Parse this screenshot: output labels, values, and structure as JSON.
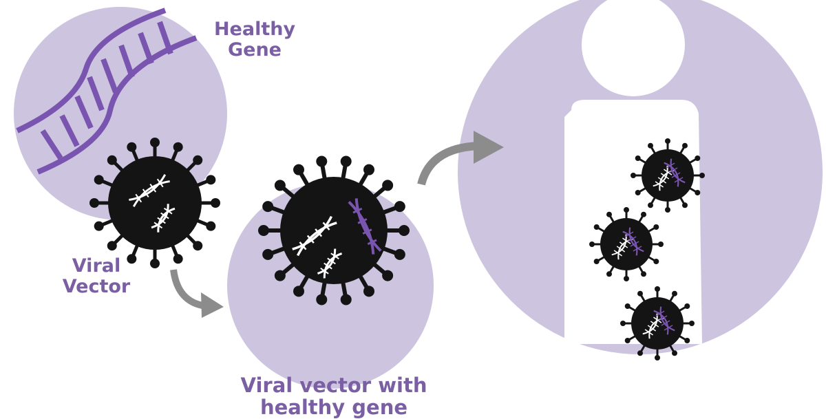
{
  "labels": {
    "healthy_gene": [
      "Healthy",
      "Gene"
    ],
    "viral_vector": [
      "Viral",
      "Vector"
    ],
    "viral_vector_with_gene": [
      "Viral vector with",
      "healthy gene"
    ]
  },
  "icons": {
    "dna": "dna-helix-icon",
    "virus": "virus-icon",
    "arrow": "curved-arrow-icon",
    "person": "person-silhouette-icon"
  },
  "colors": {
    "circle_fill": "#cdc4e0",
    "dna_purple": "#7a55b0",
    "virus_body": "#141414",
    "arrow_gray": "#8c8c8c",
    "label_text": "#7a5fa3",
    "dna_white": "#ffffff"
  }
}
